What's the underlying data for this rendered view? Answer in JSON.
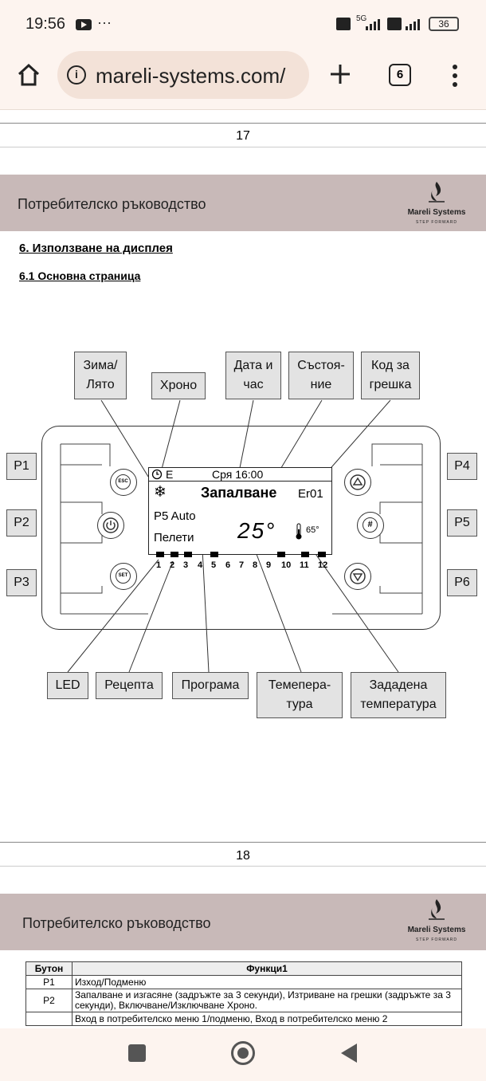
{
  "status": {
    "time": "19:56",
    "net": "5G",
    "battery": "36"
  },
  "browser": {
    "url": "mareli-systems.com/",
    "tabs_count": "6"
  },
  "page_top": {
    "number": "17"
  },
  "header": {
    "title": "Потребителско ръководство",
    "logo": "Mareli Systems",
    "logo_tag": "STEP FORWARD"
  },
  "section": {
    "heading": "6. Използване на дисплея",
    "subheading": "6.1 Основна страница"
  },
  "labels": {
    "winter_summer": "Зима/\nЛято",
    "chrono": "Хроно",
    "date_time": "Дата и\nчас",
    "state": "Състоя-\nние",
    "error_code": "Код за\nгрешка",
    "led": "LED",
    "recipe": "Рецепта",
    "program": "Програма",
    "temperature": "Темепера-\nтура",
    "set_temperature": "Зададена\nтемпература"
  },
  "buttons": {
    "p1": "P1",
    "p2": "P2",
    "p3": "P3",
    "p4": "P4",
    "p5": "P5",
    "p6": "P6",
    "esc": "ESC",
    "set": "SET",
    "hash": "#"
  },
  "lcd": {
    "chrono_mode": "E",
    "datetime": "Сря 16:00",
    "state": "Запалване",
    "error": "Er01",
    "program": "P5 Auto",
    "recipe": "Пелети",
    "temperature": "25°",
    "set_temp": "65°",
    "led_numbers": [
      "1",
      "2",
      "3",
      "4",
      "5",
      "6",
      "7",
      "8",
      "9",
      "10",
      "11",
      "12"
    ]
  },
  "page_bottom": {
    "number": "18"
  },
  "table": {
    "headers": [
      "Бутон",
      "Функци1"
    ],
    "rows": [
      {
        "key": "P1",
        "desc": "Изход/Подменю"
      },
      {
        "key": "P2",
        "desc": "Запалване и изгасяне (задръжте за 3 секунди), Изтриване на грешки (задръжте за 3 секунди), Включване/Изключване Хроно."
      },
      {
        "key": "",
        "desc": "Вход в потребителско меню 1/подменю, Вход в потребителско меню 2"
      }
    ]
  }
}
